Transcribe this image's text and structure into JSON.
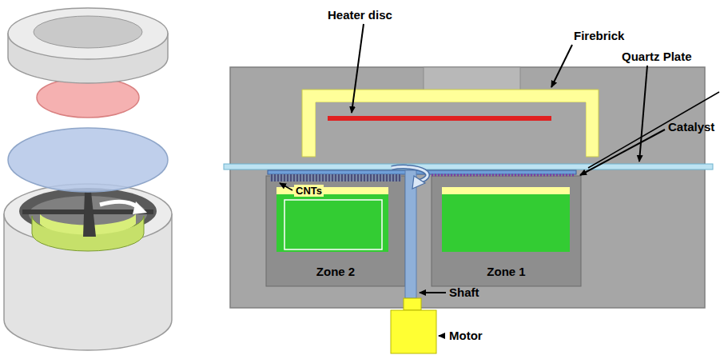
{
  "diagram": {
    "nodes": [
      {
        "text": [
          "Zone 2"
        ]
      },
      {
        "text": [
          "Zone 1"
        ]
      }
    ],
    "labels": [
      "Heater disc",
      "Firebrick",
      "Quartz Plate",
      "Catalyst",
      "CNTs",
      "Shaft",
      "Motor"
    ]
  }
}
